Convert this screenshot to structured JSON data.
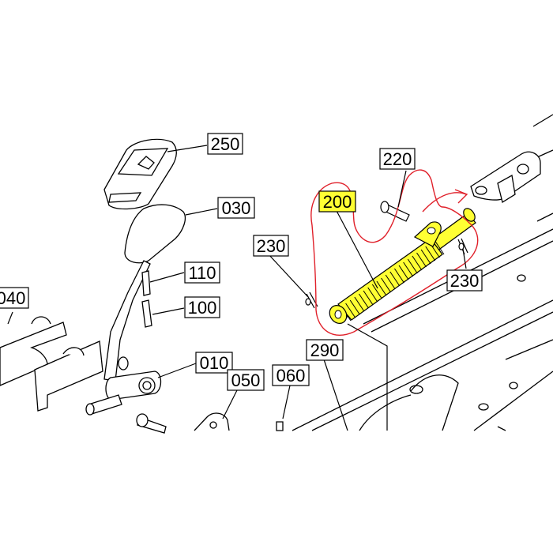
{
  "palette": {
    "line": "#000000",
    "background": "#ffffff",
    "highlight": "#ffff33",
    "annotation": "#e0202a"
  },
  "callouts": [
    {
      "id": "250",
      "text": "250",
      "highlighted": false
    },
    {
      "id": "030",
      "text": "030",
      "highlighted": false
    },
    {
      "id": "110",
      "text": "110",
      "highlighted": false
    },
    {
      "id": "100",
      "text": "100",
      "highlighted": false
    },
    {
      "id": "040",
      "text": "040",
      "highlighted": false
    },
    {
      "id": "010",
      "text": "010",
      "highlighted": false
    },
    {
      "id": "050",
      "text": "050",
      "highlighted": false
    },
    {
      "id": "060",
      "text": "060",
      "highlighted": false
    },
    {
      "id": "220",
      "text": "220",
      "highlighted": false
    },
    {
      "id": "200",
      "text": "200",
      "highlighted": true
    },
    {
      "id": "230a",
      "text": "230",
      "highlighted": false
    },
    {
      "id": "230b",
      "text": "230",
      "highlighted": false
    },
    {
      "id": "290",
      "text": "290",
      "highlighted": false
    }
  ],
  "annotation": {
    "shape": "hand-drawn outline",
    "arrow": "curved arrow",
    "color": "#e0202a"
  }
}
